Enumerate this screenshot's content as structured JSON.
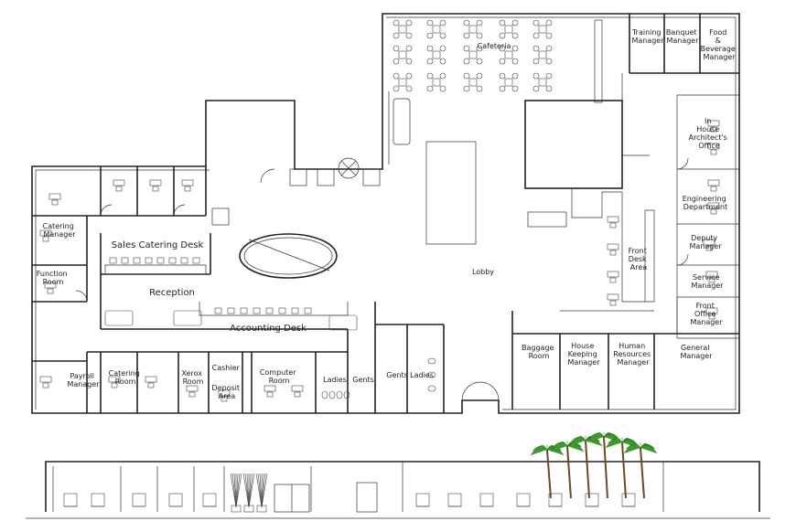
{
  "plan": {
    "rooms": [
      {
        "id": "cafeteria",
        "label": "Cafeteria"
      },
      {
        "id": "training-manager",
        "label": "Training Manager"
      },
      {
        "id": "banquet-manager",
        "label": "Banquet Manager"
      },
      {
        "id": "food-beverage-manager",
        "label": "Food & Beverage Manager"
      },
      {
        "id": "in-house-architects-office",
        "label": "In House Architect's Office"
      },
      {
        "id": "engineering-department",
        "label": "Engineering Department"
      },
      {
        "id": "deputy-manager",
        "label": "Deputy Manager"
      },
      {
        "id": "service-manager",
        "label": "Service Manager"
      },
      {
        "id": "front-office-manager",
        "label": "Front Office Manager"
      },
      {
        "id": "front-desk-area",
        "label": "Front Desk Area"
      },
      {
        "id": "lobby",
        "label": "Lobby"
      },
      {
        "id": "reception",
        "label": "Reception"
      },
      {
        "id": "sales-catering-desk",
        "label": "Sales Catering Desk"
      },
      {
        "id": "accounting-desk",
        "label": "Accounting Desk"
      },
      {
        "id": "catering-manager",
        "label": "Catering Manager"
      },
      {
        "id": "function-room",
        "label": "Function Room"
      },
      {
        "id": "payroll-manager",
        "label": "Payroll Manager"
      },
      {
        "id": "catering-room",
        "label": "Catering Room"
      },
      {
        "id": "xerox-room",
        "label": "Xerox Room"
      },
      {
        "id": "cashier-deposit-area",
        "label": "Cashier Deposit Area"
      },
      {
        "id": "computer-room",
        "label": "Computer Room"
      },
      {
        "id": "ladies-1",
        "label": "Ladies"
      },
      {
        "id": "gents-1",
        "label": "Gents"
      },
      {
        "id": "gents-2",
        "label": "Gents"
      },
      {
        "id": "ladies-2",
        "label": "Ladies"
      },
      {
        "id": "baggage-room",
        "label": "Baggage Room"
      },
      {
        "id": "house-keeping-manager",
        "label": "House Keeping Manager"
      },
      {
        "id": "human-resources-manager",
        "label": "Human Resources Manager"
      },
      {
        "id": "general-manager",
        "label": "General Manager"
      }
    ]
  }
}
